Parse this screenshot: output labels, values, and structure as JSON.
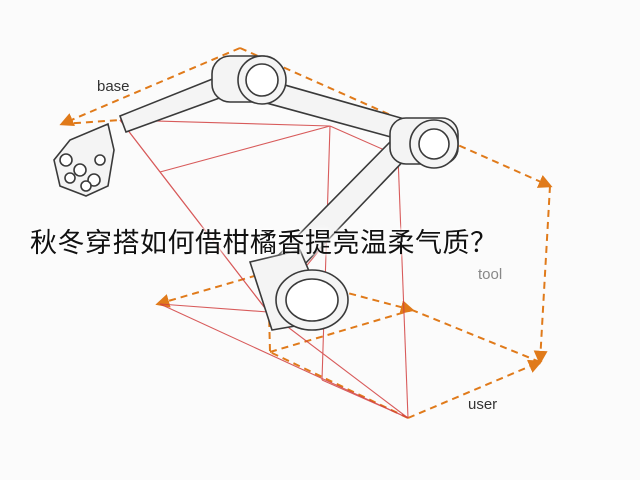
{
  "headline": "秋冬穿搭如何借柑橘香提亮温柔气质？",
  "diagram": {
    "frame_labels": {
      "base": "base",
      "tool": "tool",
      "user": "user"
    },
    "colors": {
      "frame_line": "#e07a1a",
      "ray_line": "#d24040",
      "robot_outline": "#3a3a3a",
      "robot_fill": "#f4f4f4"
    }
  }
}
